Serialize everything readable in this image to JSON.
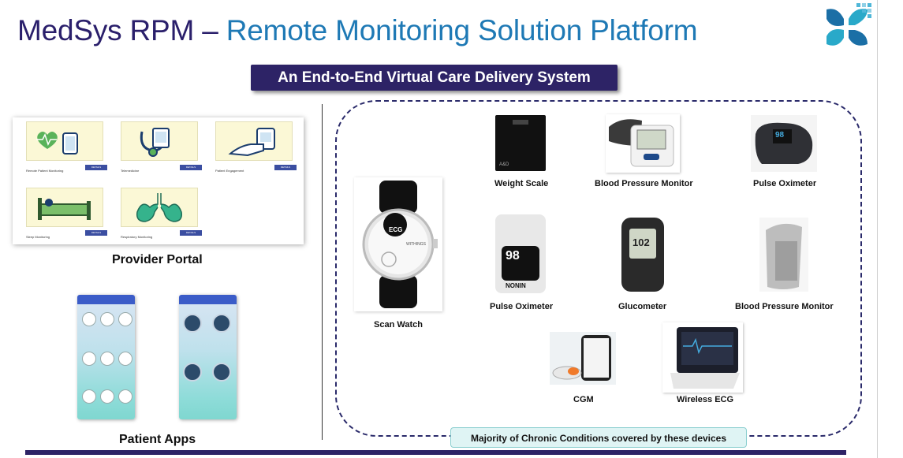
{
  "header": {
    "title_part1": "MedSys RPM",
    "title_sep": " – ",
    "title_part2": "Remote Monitoring Solution Platform",
    "subtitle": "An End-to-End Virtual Care Delivery System"
  },
  "provider_portal": {
    "caption": "Provider Portal",
    "cards": [
      {
        "label": "Remote Patient Monitoring",
        "button": "DETAILS",
        "icon": "heart-tablet-icon"
      },
      {
        "label": "Telemedicine",
        "button": "DETAILS",
        "icon": "stethoscope-tablet-icon"
      },
      {
        "label": "Patient Engagement",
        "button": "DETAILS",
        "icon": "hand-phone-icon"
      },
      {
        "label": "Sleep Monitoring",
        "button": "DETAILS",
        "icon": "bed-icon"
      },
      {
        "label": "Respiratory Monitoring",
        "button": "DETAILS",
        "icon": "lungs-icon"
      }
    ]
  },
  "patient_apps": {
    "caption": "Patient Apps"
  },
  "devices": [
    {
      "name": "Scan Watch",
      "icon": "smartwatch-icon"
    },
    {
      "name": "Weight Scale",
      "icon": "scale-icon"
    },
    {
      "name": "Blood Pressure Monitor",
      "icon": "bp-monitor-icon"
    },
    {
      "name": "Pulse Oximeter",
      "icon": "pulse-oximeter-icon"
    },
    {
      "name": "Pulse Oximeter",
      "icon": "pulse-oximeter-icon"
    },
    {
      "name": "Glucometer",
      "icon": "glucometer-icon"
    },
    {
      "name": "Blood Pressure Monitor",
      "icon": "bp-cuff-icon"
    },
    {
      "name": "CGM",
      "icon": "cgm-icon"
    },
    {
      "name": "Wireless ECG",
      "icon": "ecg-device-icon"
    }
  ],
  "device_readouts": {
    "oximeter_top": "98",
    "oximeter_nonin": "98",
    "oximeter_nonin_brand": "NONIN",
    "watch_label": "ECG",
    "watch_brand": "WITHINGS",
    "scale_brand": "A&D",
    "glucometer": "102"
  },
  "footer_note": "Majority of Chronic Conditions covered by these devices",
  "colors": {
    "title_dark": "#2a1f6b",
    "title_blue": "#1e79b5",
    "banner": "#2d2366",
    "note_bg": "#dff4f4"
  }
}
